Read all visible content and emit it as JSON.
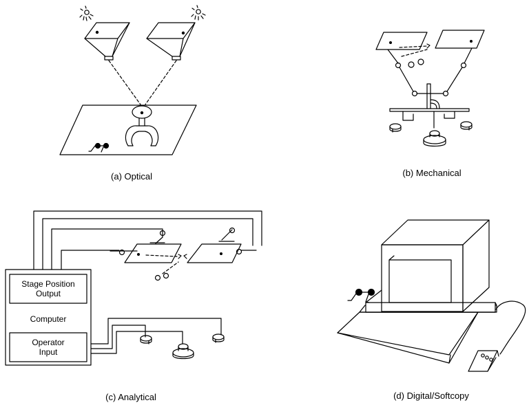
{
  "panels": [
    {
      "caption": "(a) Optical"
    },
    {
      "caption": "(b) Mechanical"
    },
    {
      "caption": "(c) Analytical"
    },
    {
      "caption": "(d) Digital/Softcopy"
    }
  ],
  "analytical": {
    "stage_box_line1": "Stage Position",
    "stage_box_line2": "Output",
    "computer_label": "Computer",
    "operator_box_line1": "Operator",
    "operator_box_line2": "Input"
  },
  "colors": {
    "ink": "#000000",
    "background": "#ffffff"
  }
}
